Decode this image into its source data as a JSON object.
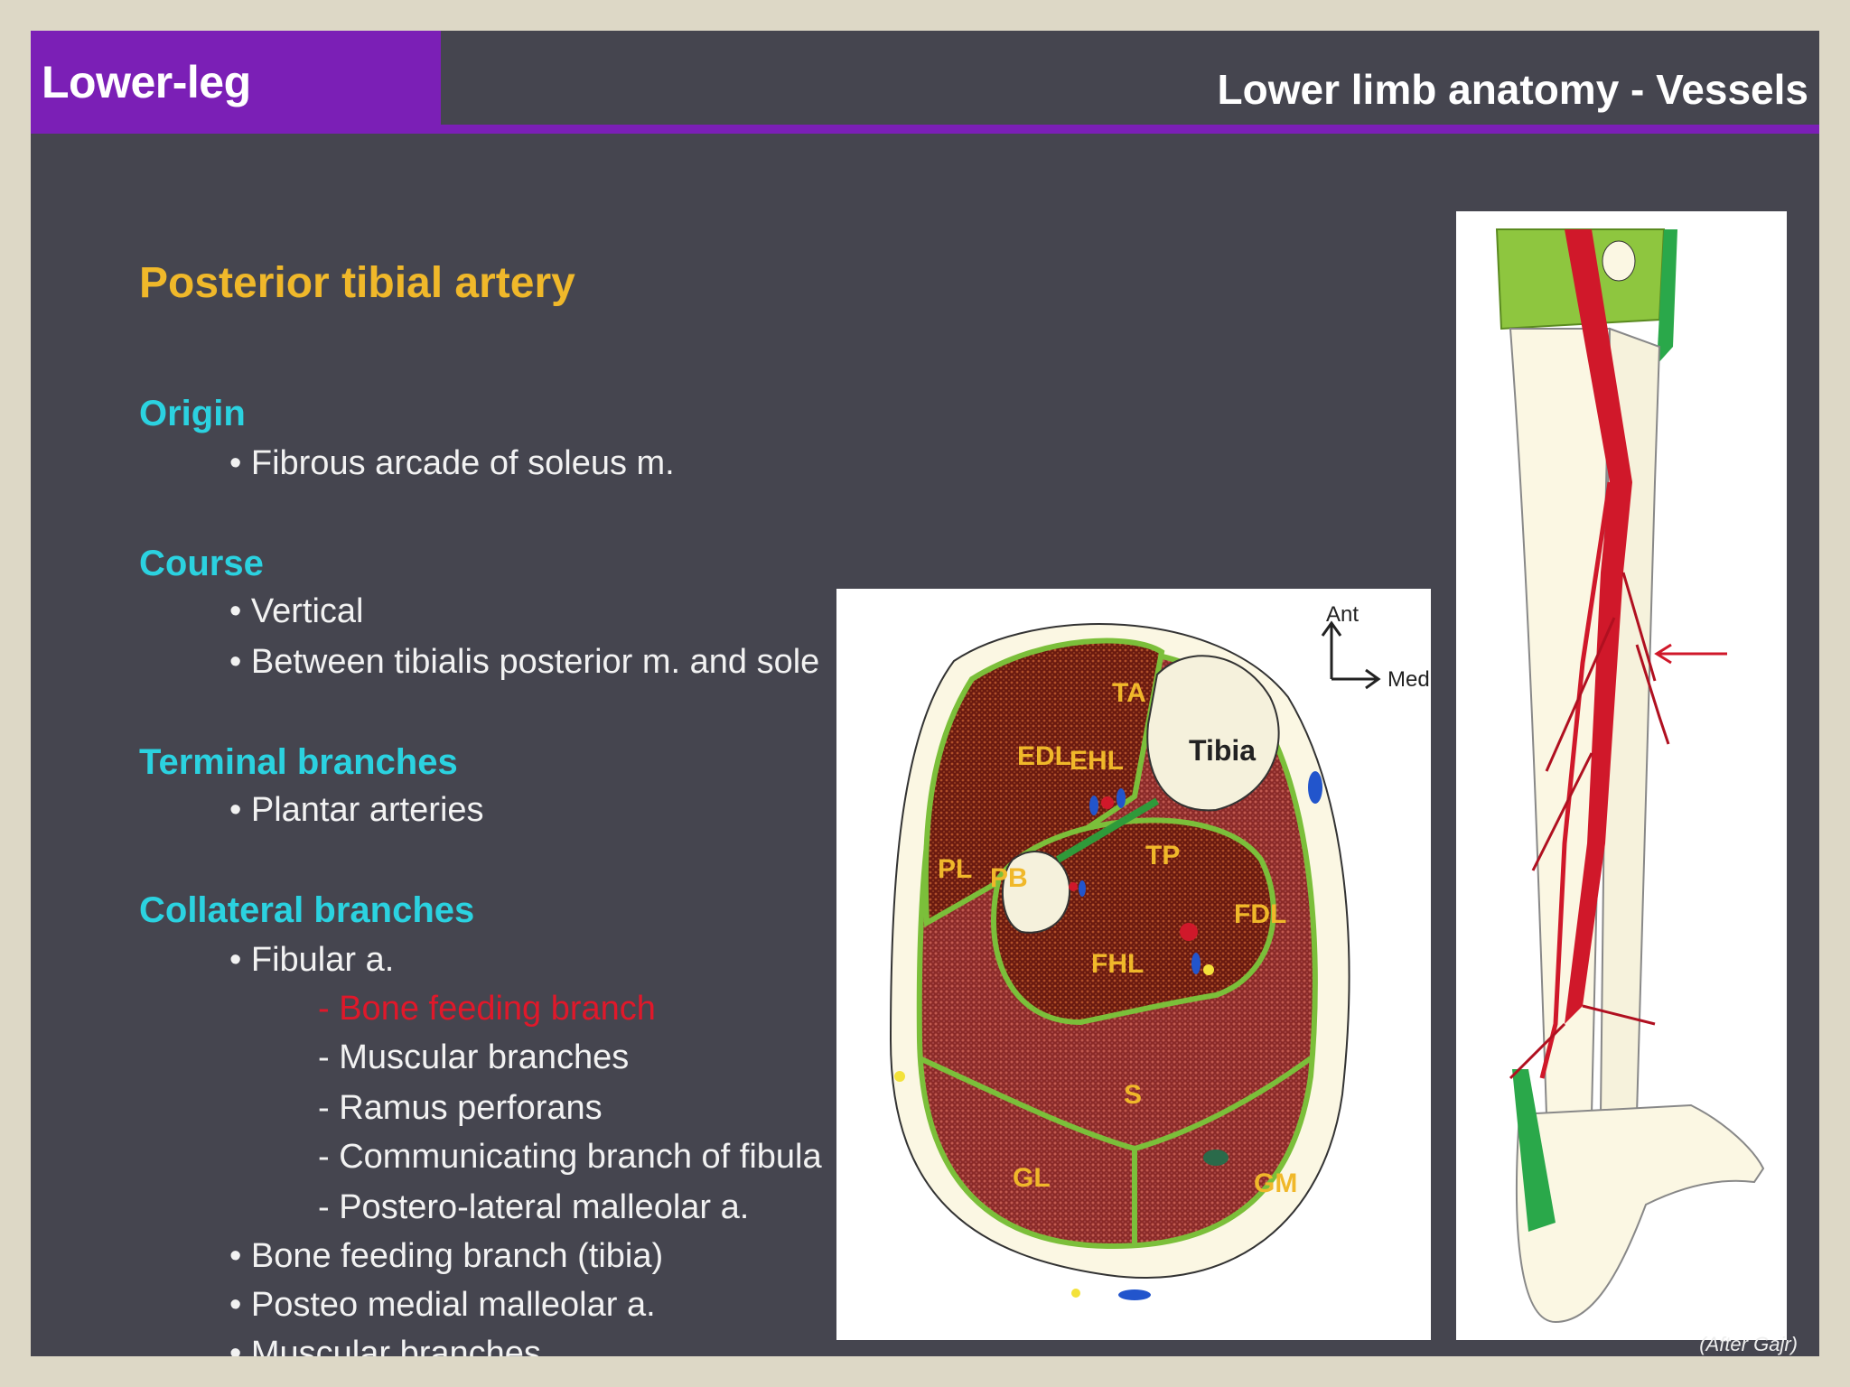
{
  "header": {
    "section": "Lower-leg",
    "title": "Lower limb anatomy - Vessels"
  },
  "content": {
    "heading": "Posterior tibial artery",
    "origin": {
      "label": "Origin",
      "items": [
        "• Fibrous arcade of soleus m."
      ]
    },
    "course": {
      "label": "Course",
      "items": [
        "• Vertical",
        "• Between tibialis posterior m. and sole"
      ]
    },
    "terminal": {
      "label": "Terminal branches",
      "items": [
        "• Plantar arteries"
      ]
    },
    "collateral": {
      "label": "Collateral branches",
      "items": [
        "• Fibular a.",
        "- Bone feeding branch",
        "- Muscular branches",
        "- Ramus perforans",
        "- Communicating branch of fibula",
        "- Postero-lateral malleolar a.",
        "• Bone feeding branch (tibia)",
        "• Posteo medial malleolar a.",
        "• Muscular branches"
      ]
    }
  },
  "cross_section": {
    "labels": {
      "ta": "TA",
      "edl": "EDL",
      "ehl": "EHL",
      "tibia": "Tibia",
      "pl": "PL",
      "pb": "PB",
      "tp": "TP",
      "fdl": "FDL",
      "fhl": "FHL",
      "s": "S",
      "gl": "GL",
      "gm": "GM"
    },
    "orientation": {
      "ant": "Ant",
      "med": "Med"
    }
  },
  "figure": {
    "credit": "(After Gajr)"
  },
  "colors": {
    "accent_purple": "#7b1fb6",
    "heading_orange": "#f0b82a",
    "subheading_cyan": "#2bd2e0",
    "highlight_red": "#e0182a",
    "slide_bg": "#45454f"
  }
}
